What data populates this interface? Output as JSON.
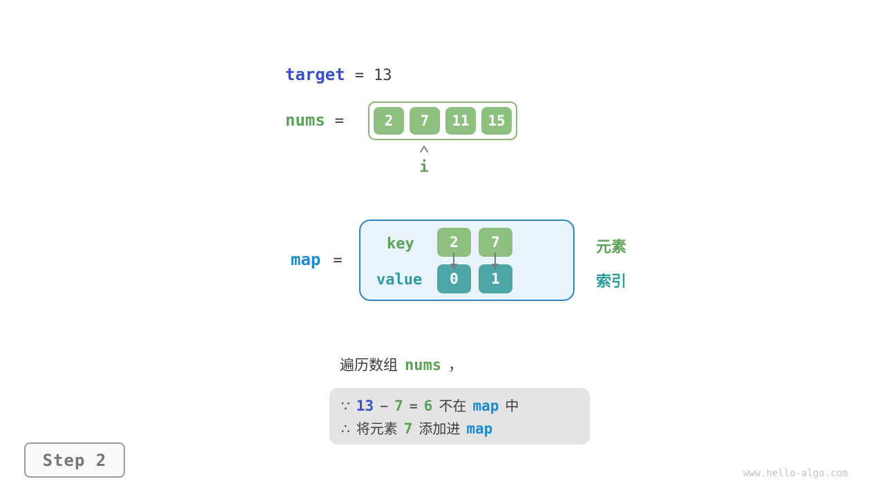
{
  "colors": {
    "text_dark": "#3d3d3d",
    "indigo": "#3b4ec6",
    "azure": "#1b8bcd",
    "green_text": "#5ba257",
    "green_cell": "#8dc07f",
    "array_border": "#86b878",
    "teal_text": "#2e9d9d",
    "teal_cell": "#4da6a6",
    "map_box_bg": "#e8f3fb",
    "map_box_border": "#2e86c1",
    "note_bg": "#e4e4e4",
    "arrow_gray": "#7a7a7a",
    "cell_text": "#ffffff",
    "step_border": "#9b9b9b",
    "step_text": "#757575",
    "step_bg": "#fafafa",
    "watermark": "#c3c3c3"
  },
  "target": {
    "name": "target",
    "equals": "=",
    "value": "13"
  },
  "nums": {
    "name": "nums",
    "equals": "=",
    "cells": [
      "2",
      "7",
      "11",
      "15"
    ],
    "pointer_label": "i"
  },
  "map": {
    "name": "map",
    "equals": "=",
    "key_label": "key",
    "value_label": "value",
    "keys": [
      "2",
      "7"
    ],
    "values": [
      "0",
      "1"
    ],
    "legend_element": "元素",
    "legend_index": "索引"
  },
  "caption": {
    "text": "遍历数组",
    "var": "nums",
    "comma": "，"
  },
  "note": {
    "line1": {
      "sym": "∵",
      "n1": "13",
      "minus": "−",
      "n2": "7",
      "eq": "=",
      "n3": "6",
      "t1": "不在",
      "map": "map",
      "t2": "中"
    },
    "line2": {
      "sym": "∴",
      "t1": "将元素",
      "n": "7",
      "t2": "添加进",
      "map": "map"
    }
  },
  "step": {
    "label": "Step 2"
  },
  "watermark": "www.hello-algo.com",
  "icons": {
    "index_pointer": "up-arrow",
    "key_to_value": "down-arrow"
  }
}
